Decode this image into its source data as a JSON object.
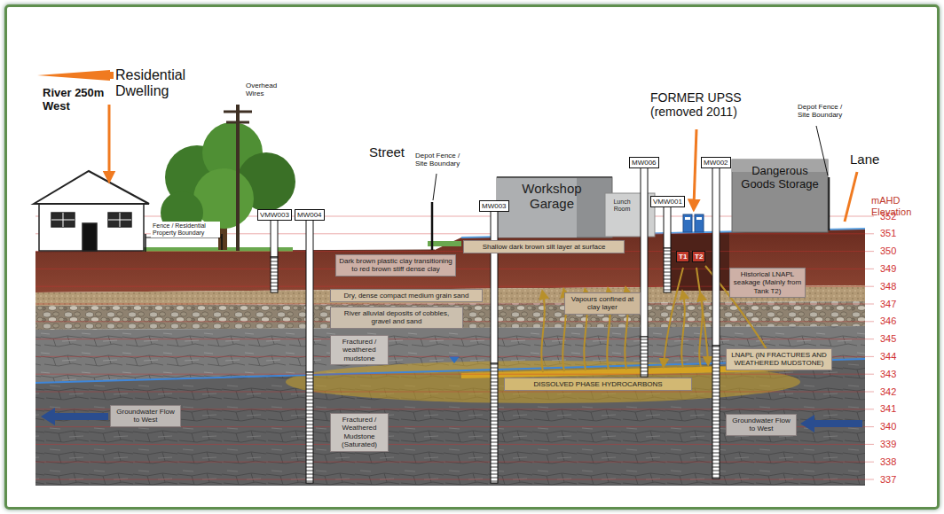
{
  "diagram": {
    "nodes": [
      {
        "text": [
          "Dark brown plastic clay transitioning to red brown stiff dense clay"
        ]
      },
      {
        "text": [
          "Dry, dense compact medium grain sand"
        ]
      },
      {
        "text": [
          "River alluvial deposits of cobbles, gravel and sand"
        ]
      },
      {
        "text": [
          "Fractured / weathered mudstone"
        ]
      },
      {
        "text": [
          "Groundwater Flow to West"
        ]
      },
      {
        "text": [
          "Fractured / Weathered Mudstone (Saturated)"
        ]
      },
      {
        "text": [
          "Shallow dark brown silt layer at surface"
        ]
      },
      {
        "text": [
          "Vapours confined at clay layer"
        ]
      },
      {
        "text": [
          "Historical LNAPL seakage (Mainly from Tank T2)"
        ]
      },
      {
        "text": [
          "LNAPL (IN FRACTURES AND WEATHERED MUDSTONE)"
        ]
      },
      {
        "text": [
          "DISSOLVED PHASE HYDROCARBONS"
        ]
      },
      {
        "text": [
          "Groundwater Flow to West"
        ]
      }
    ],
    "labels": [
      "River 250m West",
      "Residential Dwelling",
      "Overhead Wires",
      "Street",
      "Depot Fence / Site Boundary",
      "FORMER UPSS (removed 2011)",
      "Depot Fence / Site Boundary",
      "Lane",
      "mAHD Elevation",
      "Workshop Garage",
      "Lunch Room",
      "Dangerous Goods Storage",
      "Fence / Residential Property Boundary",
      "VMW003",
      "MW004",
      "MW003",
      "MW006",
      "VMW001",
      "MW002",
      "T1",
      "T2",
      "352",
      "351",
      "350",
      "349",
      "348",
      "347",
      "346",
      "345",
      "344",
      "343",
      "342",
      "341",
      "340",
      "339",
      "338",
      "337"
    ]
  }
}
